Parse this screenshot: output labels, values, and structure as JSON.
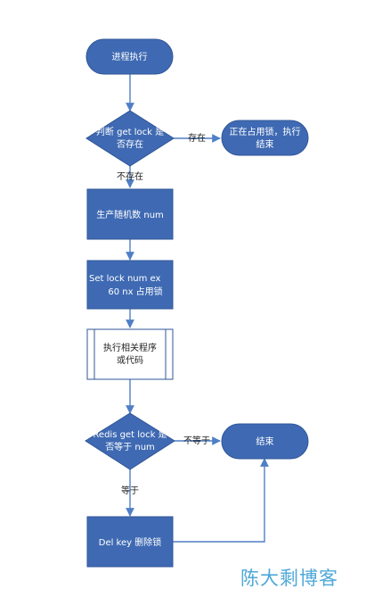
{
  "colors": {
    "fill": "#3f6ab3",
    "stroke": "#2f5597",
    "edge": "#4f7fc6",
    "subprocess_fill": "#ffffff",
    "watermark": "#4fa8d8"
  },
  "nodes": {
    "start": {
      "label": "进程执行"
    },
    "check_lock": {
      "line1": "判断 get lock 是",
      "line2": "否存在"
    },
    "end_exists": {
      "line1": "正在占用锁，执行",
      "line2": "结束"
    },
    "gen_random": {
      "label": "生产随机数 num"
    },
    "set_lock": {
      "line1": "Set lock num ex",
      "line2": "60 nx 占用锁"
    },
    "run_program": {
      "line1": "执行相关程序",
      "line2": "或代码"
    },
    "check_equal": {
      "line1": "Redis get lock 是",
      "line2": "否等于 num"
    },
    "end": {
      "label": "结束"
    },
    "del_key": {
      "label": "Del key 删除锁"
    }
  },
  "edge_labels": {
    "exists": "存在",
    "not_exists": "不存在",
    "not_equal": "不等于",
    "equal": "等于"
  },
  "watermark": "陈大剩博客"
}
